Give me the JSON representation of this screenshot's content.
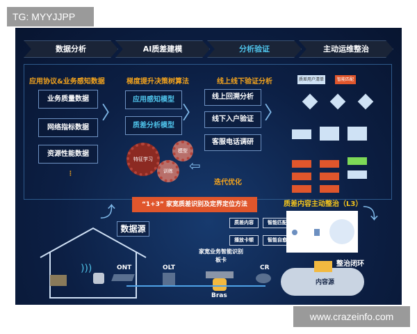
{
  "watermarks": {
    "top_left": "TG: MYYJJPP",
    "bottom_right": "www.crazeinfo.com"
  },
  "steps": [
    "数据分析",
    "AI质差建模",
    "分析验证",
    "主动运维整治"
  ],
  "columns": {
    "data": {
      "heading": "应用协议&业务感知数据",
      "items": [
        "业务质量数据",
        "网络指标数据",
        "资源性能数据"
      ],
      "more": "⋮"
    },
    "model": {
      "heading": "梯度提升决策树算法",
      "items": [
        "应用感知模型",
        "质差分析模型"
      ],
      "gears": [
        "特征学习",
        "模型",
        "训练"
      ],
      "loop_label": "迭代优化"
    },
    "verify": {
      "heading": "线上线下验证分析",
      "items": [
        "线上回溯分析",
        "线下入户验证",
        "客服电话调研"
      ]
    }
  },
  "flowchart": {
    "top": [
      "质差用户清单",
      "智能匹配"
    ]
  },
  "method_banner": "“1+3” 家宽质差识别及定界定位方法",
  "data_source": "数据源",
  "actions": [
    "质差内容",
    "智能匹配",
    "播放卡顿",
    "智能自愈"
  ],
  "remediation_title": "质差内容主动整治（L3）",
  "closed_loop": "整治闭环",
  "network": {
    "ont": "ONT",
    "olt": "OLT",
    "card": "家宽业务智能识别板卡",
    "bras": "Bras",
    "cr": "CR",
    "content_source": "内容源"
  },
  "colors": {
    "accent_orange": "#f3a31d",
    "banner": "#e0562c",
    "cyan": "#4fc3ea",
    "navy": "#0c1f44"
  }
}
